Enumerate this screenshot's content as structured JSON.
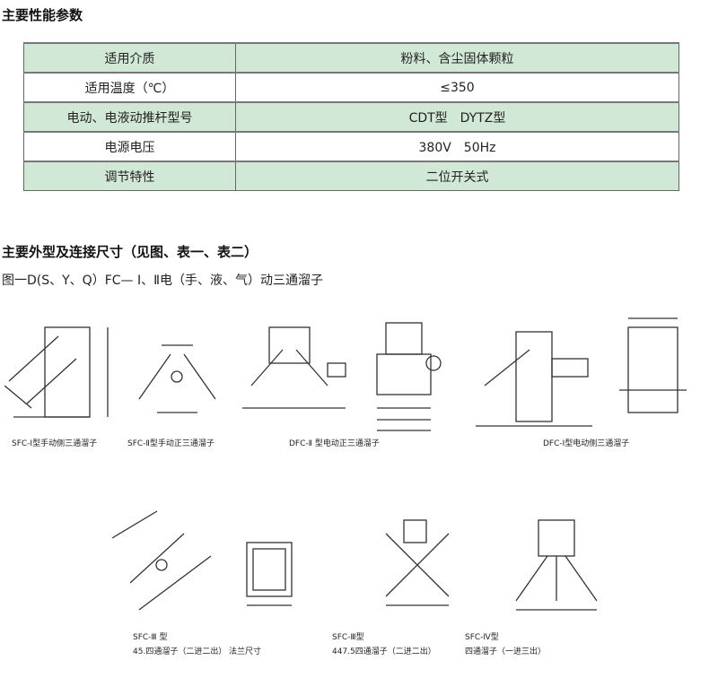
{
  "section1": {
    "title": "主要性能参数",
    "rows": [
      {
        "label": "适用介质",
        "value": "粉料、含尘固体颗粒"
      },
      {
        "label": "适用温度（℃）",
        "value": "≤350"
      },
      {
        "label": "电动、电液动推杆型号",
        "value": "CDT型　DYTZ型"
      },
      {
        "label": "电源电压",
        "value": "380V　50Hz"
      },
      {
        "label": "调节特性",
        "value": "二位开关式"
      }
    ]
  },
  "section2": {
    "title": "主要外型及连接尺寸（见图、表一、表二）",
    "subtitle": "图一D(S、Y、Q）FC— Ⅰ、Ⅱ电（手、液、气）动三通溜子"
  },
  "diagrams": {
    "d1": "SFC-Ⅰ型手动侧三通溜子",
    "d2": "SFC-Ⅱ型手动正三通溜子",
    "d3": "DFC-Ⅱ 型电动正三通溜子",
    "d4": "DFC-Ⅰ型电动侧三通溜子",
    "d5a": "SFC-Ⅲ 型",
    "d5b": "45.四通溜子（二进二出）",
    "d5c": "法兰尺寸",
    "d6a": "SFC-Ⅲ型",
    "d6b": "447.5四通溜子（二进二出）",
    "d7a": "SFC-Ⅳ型",
    "d7b": "四通溜子（一进三出）"
  },
  "colors": {
    "row_green": "#d2e8d6"
  }
}
